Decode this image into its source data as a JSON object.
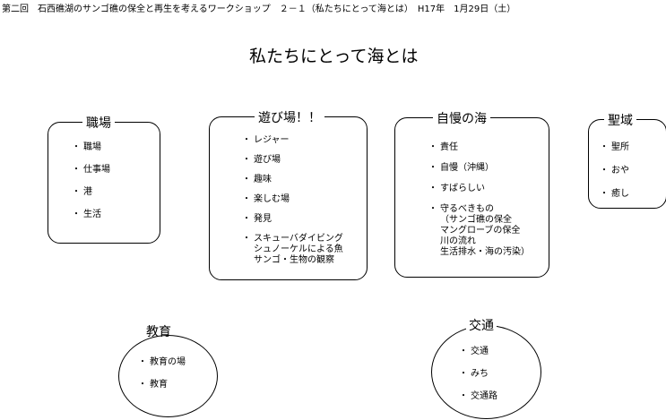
{
  "header": "第二回　石西礁湖のサンゴ礁の保全と再生を考えるワークショップ　２－１（私たちにとって海とは）　H17年　1月29日（土）",
  "title": "私たちにとって海とは",
  "groups": {
    "workplace": {
      "title": "職場",
      "items": [
        [
          "職場"
        ],
        [
          "仕事場"
        ],
        [
          "港"
        ],
        [
          "生活"
        ]
      ]
    },
    "play": {
      "title": "遊び場！！",
      "items": [
        [
          "レジャー"
        ],
        [
          "遊び場"
        ],
        [
          "趣味"
        ],
        [
          "楽しむ場"
        ],
        [
          "発見"
        ],
        [
          "スキューバダイビング",
          "シュノーケルによる魚",
          "サンゴ・生物の観察"
        ]
      ]
    },
    "pride": {
      "title": "自慢の海",
      "items": [
        [
          "責任"
        ],
        [
          "自慢（沖縄）"
        ],
        [
          "すばらしい"
        ],
        [
          "守るべきもの",
          "（サンゴ礁の保全",
          "マングローブの保全",
          "川の流れ",
          "生活排水・海の汚染）"
        ]
      ]
    },
    "sacred": {
      "title": "聖域",
      "items": [
        [
          "聖所"
        ],
        [
          "おや"
        ],
        [
          "癒し"
        ]
      ]
    },
    "education": {
      "title": "教育",
      "items": [
        [
          "教育の場"
        ],
        [
          "教育"
        ]
      ]
    },
    "transport": {
      "title": "交通",
      "items": [
        [
          "交通"
        ],
        [
          "みち"
        ],
        [
          "交通路"
        ]
      ]
    }
  }
}
